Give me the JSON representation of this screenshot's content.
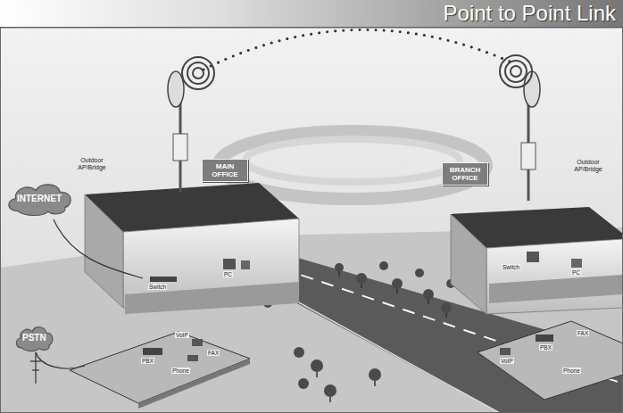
{
  "diagram": {
    "title": "Point to Point Link",
    "nodes": [
      {
        "text": [
          "INTERNET"
        ]
      },
      {
        "text": [
          "PSTN"
        ]
      },
      {
        "text": [
          "MAIN OFFICE"
        ]
      },
      {
        "text": [
          "BRANCH OFFICE"
        ]
      }
    ],
    "labels": [
      "Outdoor AP/Bridge",
      "Outdoor AP/Bridge",
      "Switch",
      "PC",
      "VoIP",
      "FAX",
      "PBX",
      "Phone",
      "Switch",
      "PC",
      "FAX",
      "PBX",
      "VoIP",
      "Phone"
    ]
  }
}
